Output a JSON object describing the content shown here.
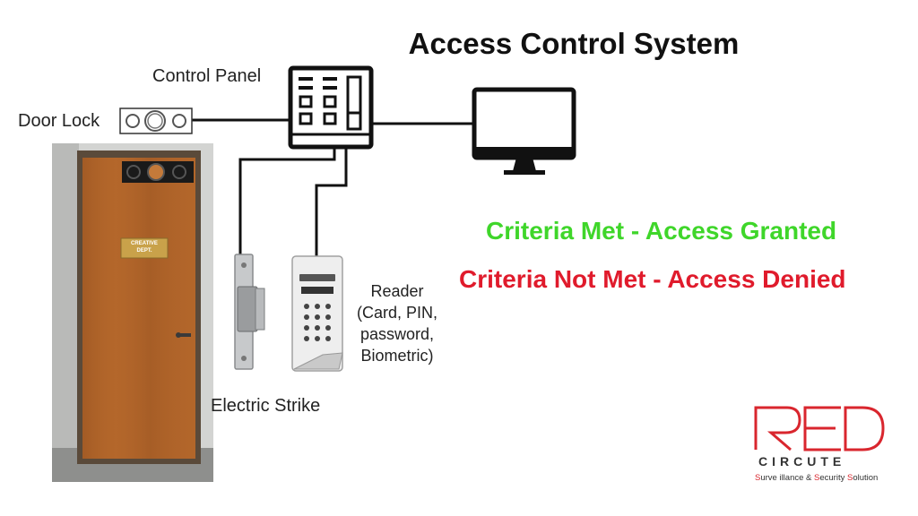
{
  "title": "Access Control System",
  "labels": {
    "control_panel": "Control Panel",
    "door_lock": "Door Lock",
    "electric_strike": "Electric Strike",
    "reader_lines": [
      "Reader",
      "(Card, PIN,",
      "password,",
      "Biometric)"
    ],
    "door_sign": [
      "CREATIVE",
      "DEPT."
    ]
  },
  "status": {
    "granted": "Criteria Met - Access Granted",
    "denied": "Criteria Not Met - Access Denied"
  },
  "logo": {
    "name": "RED",
    "sub": "CIRCUTE",
    "tagline_parts": [
      "S",
      "urve illance & ",
      "S",
      "ecurity ",
      "S",
      "olution"
    ]
  },
  "colors": {
    "granted": "#3fd62a",
    "denied": "#e01b2c",
    "brand": "#d9262e",
    "door": "#b0642a"
  },
  "icons": [
    "door-lock-icon",
    "control-panel-icon",
    "monitor-icon",
    "electric-strike-icon",
    "reader-keypad-icon",
    "door-image"
  ]
}
